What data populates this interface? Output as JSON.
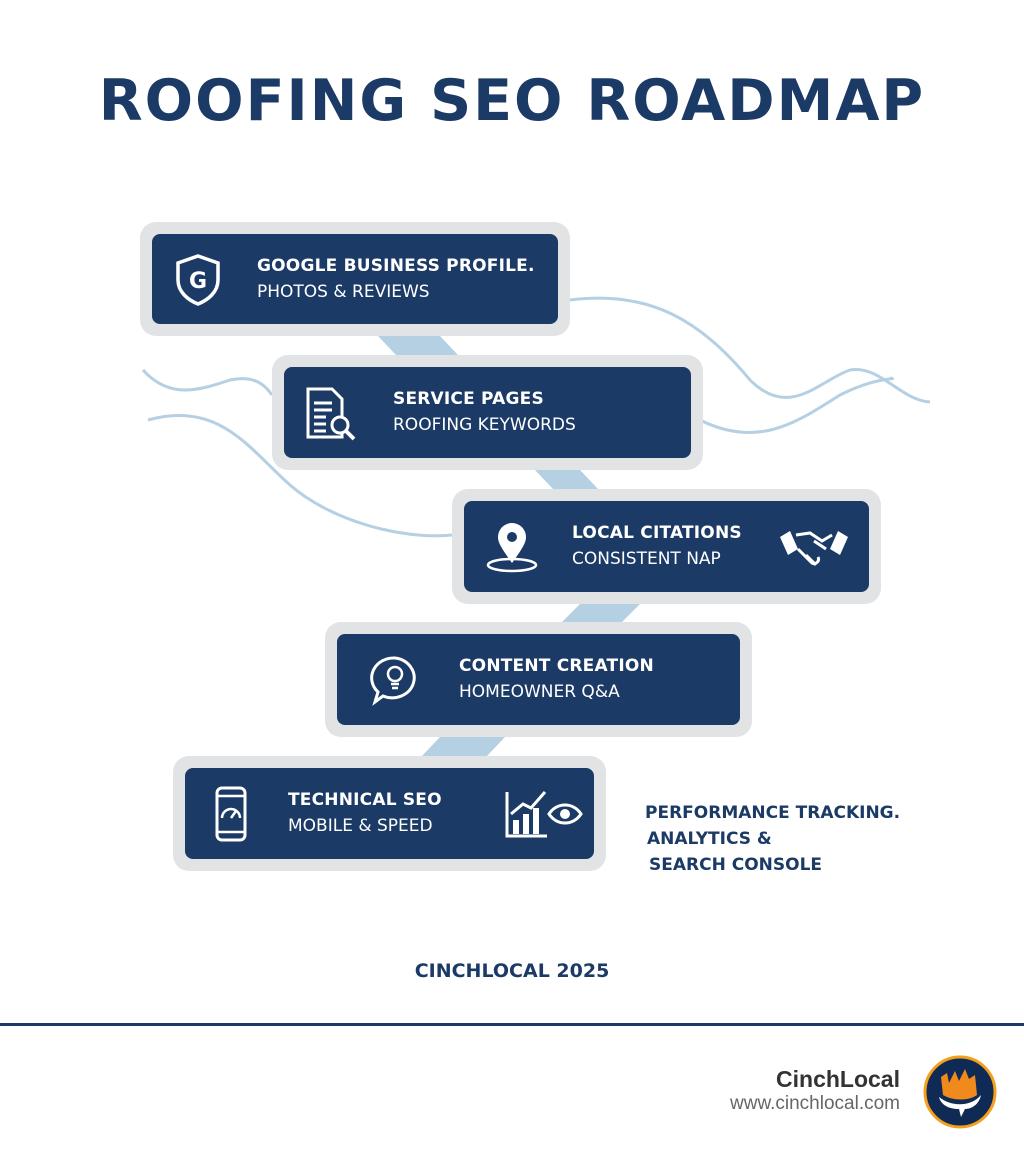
{
  "title": "ROOFING SEO ROADMAP",
  "steps": [
    {
      "heading": "GOOGLE BUSINESS PROFILE.",
      "sub": "PHOTOS & REVIEWS",
      "icon": "google-shield-icon"
    },
    {
      "heading": "SERVICE PAGES",
      "sub": "ROOFING KEYWORDS",
      "icon": "document-search-icon"
    },
    {
      "heading": "LOCAL CITATIONS",
      "sub": "CONSISTENT NAP",
      "icon": "map-pin-icon"
    },
    {
      "heading": "CONTENT CREATION",
      "sub": "HOMEOWNER Q&A",
      "icon": "lightbulb-chat-icon"
    },
    {
      "heading": "TECHNICAL SEO",
      "sub": "MOBILE & SPEED",
      "icon": "mobile-speed-icon"
    }
  ],
  "performance": {
    "line1": "PERFORMANCE TRACKING.",
    "line2": "ANALYTICS &",
    "line3": "SEARCH CONSOLE"
  },
  "footer": "CINCHLOCAL 2025",
  "brand": {
    "name": "CinchLocal",
    "url": "www.cinchlocal.com"
  },
  "colors": {
    "navy": "#1c3a66",
    "card_border": "#e2e3e4",
    "connector": "#b5cfe3",
    "accent": "#f08a1c"
  }
}
